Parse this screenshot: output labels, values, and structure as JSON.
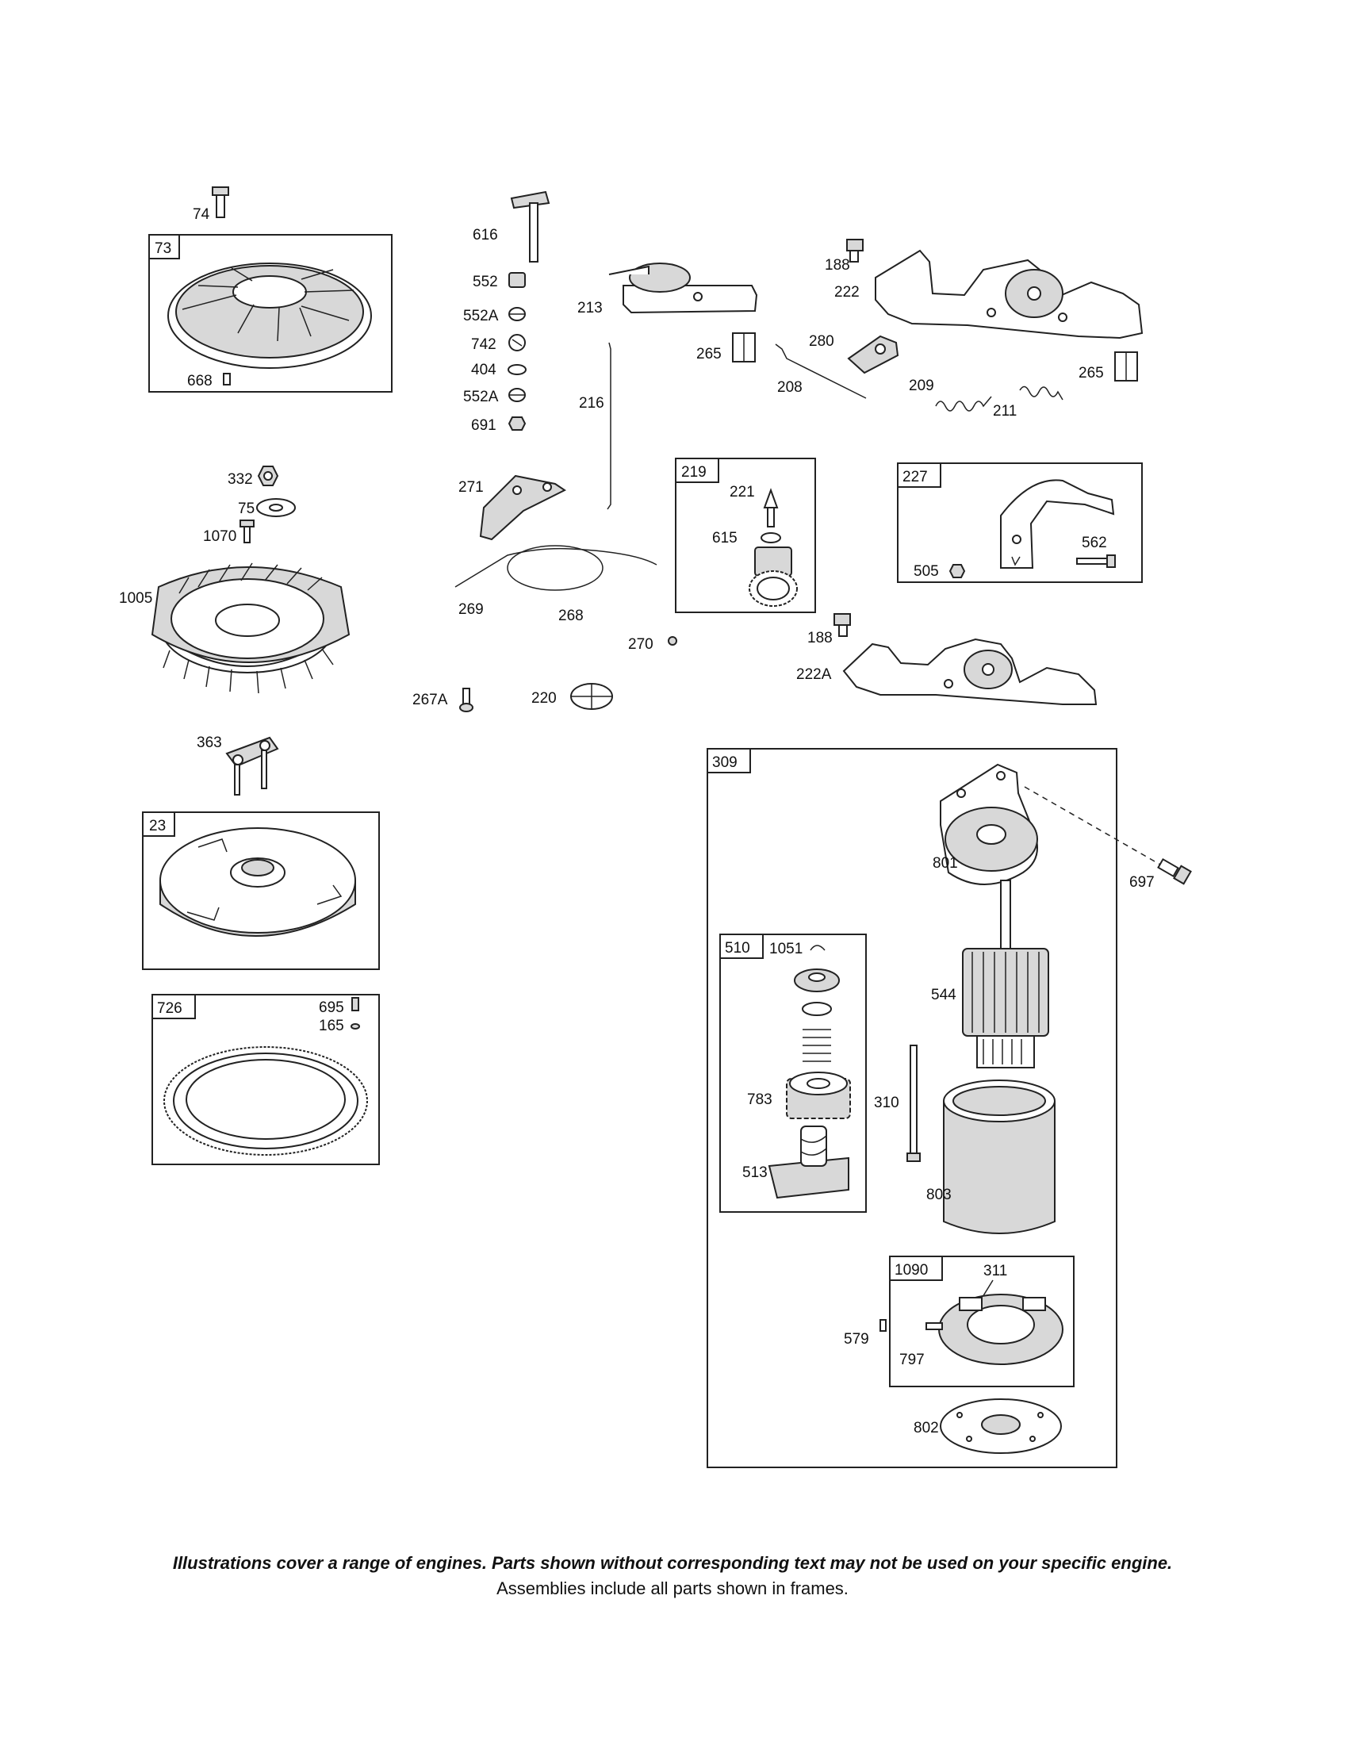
{
  "labels": {
    "p74": "74",
    "p73": "73",
    "p668": "668",
    "p332": "332",
    "p75": "75",
    "p1070": "1070",
    "p1005": "1005",
    "p363": "363",
    "p23": "23",
    "p726": "726",
    "p695": "695",
    "p165": "165",
    "p616": "616",
    "p552": "552",
    "p552a1": "552A",
    "p742": "742",
    "p404": "404",
    "p552a2": "552A",
    "p691": "691",
    "p216": "216",
    "p213": "213",
    "p265a": "265",
    "p271": "271",
    "p269": "269",
    "p268": "268",
    "p267a": "267A",
    "p220": "220",
    "p270": "270",
    "p219": "219",
    "p221": "221",
    "p615": "615",
    "p188a": "188",
    "p222": "222",
    "p280": "280",
    "p208": "208",
    "p209": "209",
    "p211": "211",
    "p265b": "265",
    "p227": "227",
    "p505": "505",
    "p562": "562",
    "p188b": "188",
    "p222a": "222A",
    "p309": "309",
    "p801": "801",
    "p697": "697",
    "p510": "510",
    "p1051": "1051",
    "p783": "783",
    "p513": "513",
    "p544": "544",
    "p310": "310",
    "p803": "803",
    "p1090": "1090",
    "p311": "311",
    "p579": "579",
    "p797": "797",
    "p802": "802"
  },
  "footer": {
    "note": "Illustrations cover a range of engines. Parts shown without corresponding text may not be used on your specific engine.",
    "sub": "Assemblies include all parts shown in frames."
  }
}
